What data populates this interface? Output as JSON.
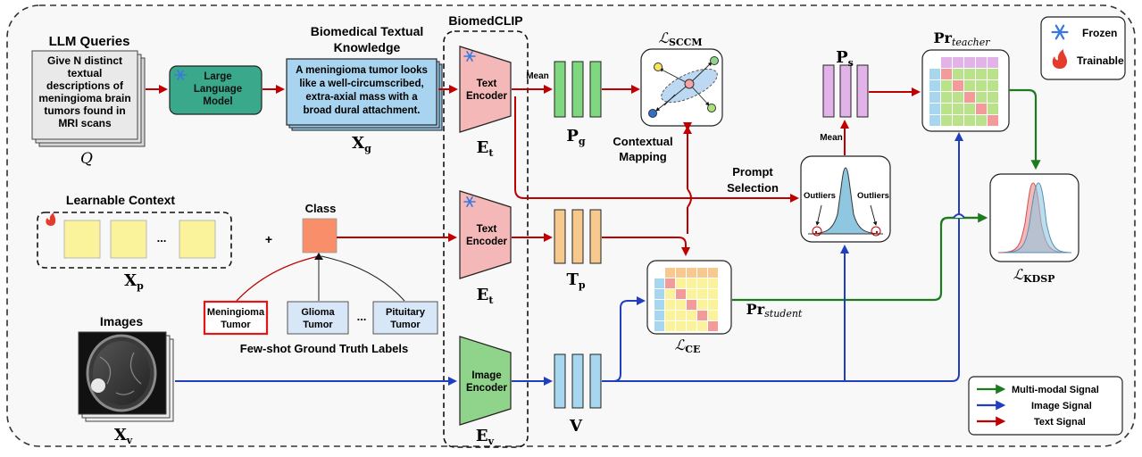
{
  "llm_queries": {
    "title": "LLM Queries",
    "lines": [
      "Give N distinct",
      "textual",
      "descriptions of",
      "meningioma brain",
      "tumors found in",
      "MRI scans"
    ],
    "symbol": "Q"
  },
  "llm_model": {
    "lines": [
      "Large",
      "Language",
      "Model"
    ]
  },
  "knowledge": {
    "title_lines": [
      "Biomedical Textual",
      "Knowledge"
    ],
    "lines": [
      "A meningioma tumor looks",
      "like a well-circumscribed,",
      "extra-axial mass with a",
      "broad dural attachment."
    ],
    "symbol": "X_g"
  },
  "biomedclip": {
    "title": "BiomedCLIP"
  },
  "encoders": {
    "text_encoder_1": [
      "Text",
      "Encoder"
    ],
    "text_encoder_2": [
      "Text",
      "Encoder"
    ],
    "image_encoder": [
      "Image",
      "Encoder"
    ],
    "et_symbol": "E_t",
    "ev_symbol": "E_v"
  },
  "features": {
    "pg": "P_g",
    "tp": "T_p",
    "v": "V",
    "ps": "P_s",
    "mean_top": "Mean",
    "mean_ps": "Mean"
  },
  "losses": {
    "sccm": "L_SCCM",
    "ce": "L_CE",
    "kdsp": "L_KDSP"
  },
  "contextual_mapping": [
    "Contextual",
    "Mapping"
  ],
  "prompt_selection": [
    "Prompt",
    "Selection"
  ],
  "outliers": [
    "Outliers",
    "Outliers"
  ],
  "learnable_context": {
    "title": "Learnable Context",
    "ellipsis": "...",
    "symbol": "X_p"
  },
  "plus": "+",
  "class_label": "Class",
  "labels": {
    "items": [
      [
        "Meningioma",
        "Tumor"
      ],
      [
        "Glioma",
        "Tumor"
      ],
      [
        "Pituitary",
        "Tumor"
      ]
    ],
    "ellipsis": "...",
    "caption": "Few-shot Ground Truth Labels"
  },
  "images": {
    "title": "Images",
    "symbol": "X_v"
  },
  "pr_teacher": "Pr_teacher",
  "pr_student": "Pr_student",
  "legend_top": {
    "frozen": "Frozen",
    "trainable": "Trainable"
  },
  "legend_bottom": {
    "multimodal": "Multi-modal Signal",
    "image": "Image Signal",
    "text": "Text Signal"
  },
  "colors": {
    "text_signal": "#c00000",
    "image_signal": "#1f3fbf",
    "multimodal_signal": "#1e7a1e",
    "llm_green": "#3aa88a",
    "text_box_blue": "#a9d4ef",
    "text_encoder_pink": "#f4b8b8",
    "image_encoder_green": "#8fd48a",
    "pg_green": "#7fd77f",
    "tp_orange": "#f7c98f",
    "v_blue": "#a7d6ef",
    "ps_purple": "#e2b3e9",
    "sticky_yellow": "#fbf39c",
    "class_orange": "#f88f6a",
    "label_blue": "#d7e7f8",
    "snowflake": "#3a78e0",
    "flame": "#e43b2c"
  },
  "icons": [
    "snowflake-icon",
    "flame-icon",
    "mri-brain-image",
    "bell-curve-icon",
    "embedding-graph-icon",
    "similarity-matrix-icon",
    "distribution-overlap-icon"
  ]
}
